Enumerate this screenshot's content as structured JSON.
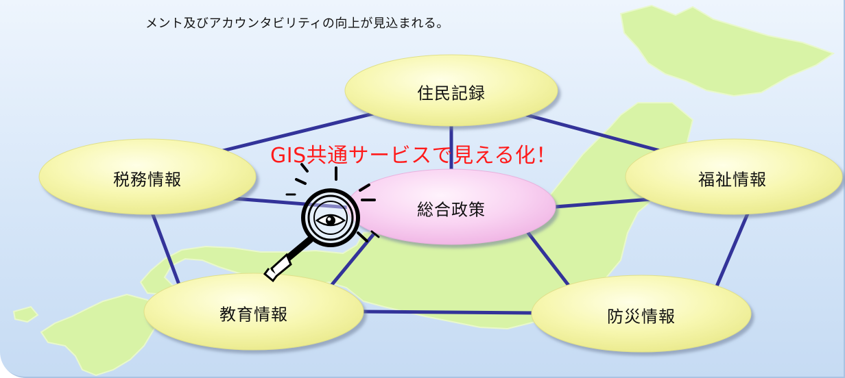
{
  "caption": "メント及びアカウンタビリティの向上が見込まれる。",
  "headline": "GIS共通サービスで見える化！",
  "nodes": {
    "center": "総合政策",
    "top": "住民記録",
    "left": "税務情報",
    "right": "福祉情報",
    "bottom_left": "教育情報",
    "bottom_right": "防災情報"
  },
  "icons": [
    "japan-map-icon",
    "magnifier-eye-icon"
  ],
  "colors": {
    "background": "#d6e6f8",
    "map": "#d8f3a6",
    "connector": "#333399",
    "node_fill": "#f4f7a8",
    "center_fill": "#f7c8ef",
    "headline": "#ff1a1a"
  }
}
